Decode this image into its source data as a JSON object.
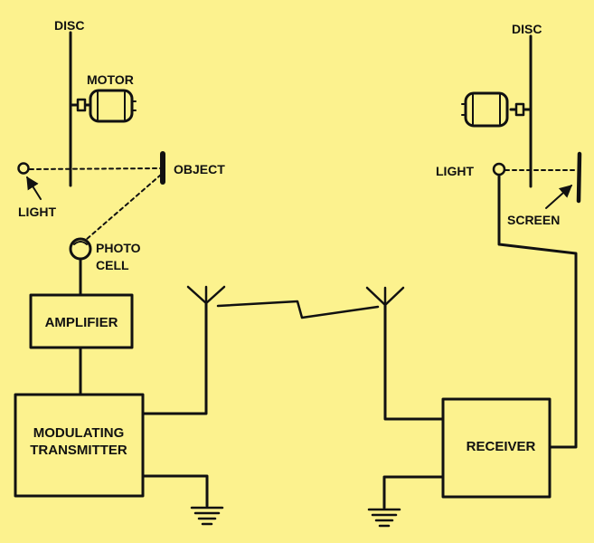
{
  "colors": {
    "background": "#fcf28e",
    "ink": "#111111"
  },
  "transmitter_side": {
    "disc_label": "DISC",
    "motor_label": "MOTOR",
    "object_label": "OBJECT",
    "light_label": "LIGHT",
    "photo_cell_label_line1": "PHOTO",
    "photo_cell_label_line2": "CELL",
    "amplifier_label": "AMPLIFIER",
    "modulating_transmitter_label_line1": "MODULATING",
    "modulating_transmitter_label_line2": "TRANSMITTER"
  },
  "receiver_side": {
    "disc_label": "DISC",
    "light_label": "LIGHT",
    "screen_label": "SCREEN",
    "receiver_label": "RECEIVER"
  },
  "icons": {
    "antenna": "antenna-icon",
    "ground": "ground-icon",
    "motor": "motor-icon",
    "lamp": "light-bulb-icon",
    "photo_cell": "photo-cell-icon"
  }
}
